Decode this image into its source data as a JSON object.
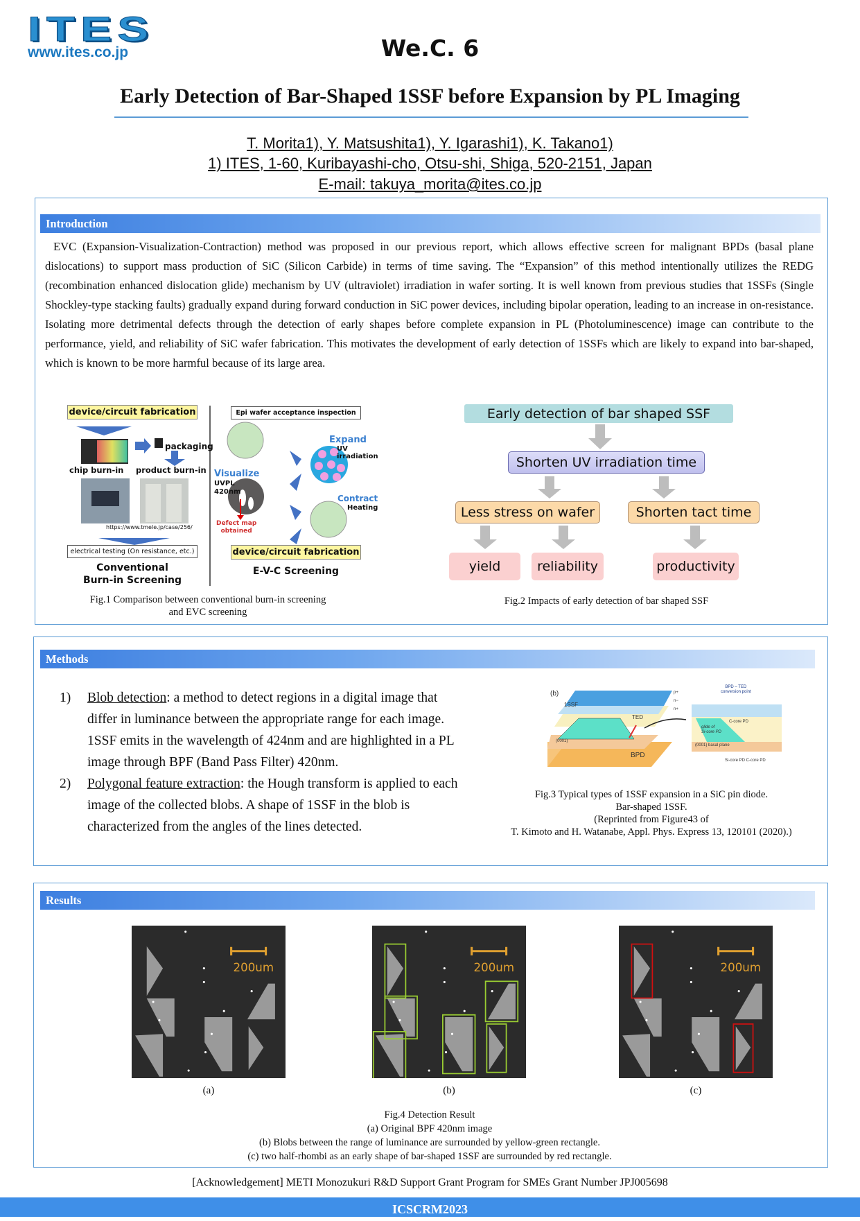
{
  "header": {
    "logo_text": "ITES",
    "logo_url": "www.ites.co.jp",
    "session": "We.C. 6",
    "title": "Early Detection of Bar-Shaped 1SSF before Expansion by PL Imaging",
    "authors": "T. Morita1), Y. Matsushita1), Y. Igarashi1), K. Takano1)",
    "affiliation": "1) ITES, 1-60, Kuribayashi-cho, Otsu-shi, Shiga, 520-2151, Japan",
    "email": "E-mail: takuya_morita@ites.co.jp"
  },
  "intro": {
    "heading": "Introduction",
    "text": "EVC (Expansion-Visualization-Contraction) method was proposed in our previous report, which allows effective screen for malignant BPDs (basal plane dislocations) to support mass production of SiC (Silicon Carbide) in terms of time saving. The “Expansion” of this method intentionally utilizes the REDG (recombination enhanced dislocation glide) mechanism by UV (ultraviolet) irradiation in wafer sorting. It is well known from previous studies that 1SSFs (Single Shockley-type stacking faults) gradually expand during forward conduction in SiC power devices, including bipolar operation, leading to an increase in on-resistance. Isolating more detrimental defects through the detection of early shapes before complete expansion in PL (Photoluminescence) image can contribute to the performance, yield, and reliability of SiC wafer fabrication. This motivates the development of early detection of 1SSFs which are likely to expand into bar-shaped, which is known to be more harmful because of its large area.",
    "fig1": {
      "left_top": "device/circuit fabrication",
      "packaging": "packaging",
      "chip": "chip  burn-in",
      "product": "product burn-in",
      "url": "https://www.tmele.jp/case/256/",
      "elec": "electrical testing (On resistance, etc.)",
      "left_title1": "Conventional",
      "left_title2": "Burn-in Screening",
      "epi": "Epi wafer acceptance inspection",
      "expand": "Expand",
      "uv": "UV irradiation",
      "visualize": "Visualize",
      "uvpl": "UVPL",
      "nm": "420nm",
      "defect1": "Defect map",
      "defect2": "obtained",
      "contract": "Contract",
      "heating": "Heating",
      "right_bottom": "device/circuit fabrication",
      "right_title": "E-V-C Screening",
      "caption1": "Fig.1 Comparison between conventional burn-in screening",
      "caption2": "and EVC screening"
    },
    "fig2": {
      "top": "Early detection of bar shaped SSF",
      "mid": "Shorten UV irradiation time",
      "left": "Less stress on wafer",
      "right": "Shorten tact time",
      "yield": "yield",
      "reliability": "reliability",
      "productivity": "productivity",
      "caption": "Fig.2 Impacts of early detection of bar shaped SSF"
    }
  },
  "methods": {
    "heading": "Methods",
    "items": [
      {
        "num": "1)",
        "term": "Blob detection",
        "text": ": a method to detect regions in a digital image that differ in luminance between the appropriate range for each image. 1SSF emits in the wavelength of 424nm and are highlighted in a PL image through BPF (Band Pass Filter) 420nm."
      },
      {
        "num": "2)",
        "term": "Polygonal feature extraction",
        "text": ": the Hough transform is applied to each image of the collected blobs. A shape of 1SSF in the blob is characterized from the angles of the lines detected."
      }
    ],
    "fig3": {
      "b": "(b)",
      "ssf": "1SSF",
      "ted": "TED",
      "bpd": "BPD",
      "plane": "(0001)",
      "p": "p+",
      "nm": "n−",
      "np": "n+",
      "conv1": "BPD – TED",
      "conv2": "conversion point",
      "ccore": "C-core PD",
      "glide1": "glide of",
      "glide2": "Si-core PD",
      "basal": "(0001) basal plane",
      "bottom": "Si-core PD  C-core PD",
      "caption": [
        "Fig.3 Typical types of 1SSF expansion in a SiC pin diode.",
        "Bar-shaped 1SSF.",
        "(Reprinted from Figure43 of",
        "T. Kimoto and H. Watanabe, Appl. Phys. Express 13, 120101 (2020).)"
      ]
    }
  },
  "results": {
    "heading": "Results",
    "scale": "200um",
    "labels": [
      "(a)",
      "(b)",
      "(c)"
    ],
    "caption": [
      "Fig.4 Detection Result",
      "(a) Original BPF 420nm image",
      "(b)  Blobs between the range of luminance are surrounded by yellow-green rectangle.",
      "(c)   two half-rhombi as an early shape of bar-shaped 1SSF are surrounded by red rectangle."
    ]
  },
  "ack": "[Acknowledgement] METI Monozukuri R&D Support Grant Program for SMEs Grant Number JPJ005698",
  "footer": "ICSCRM2023",
  "colors": {
    "accent": "#5b9bd5",
    "green_box": "#9acd32",
    "red_box": "#d01010",
    "scale": "#e0a030"
  }
}
